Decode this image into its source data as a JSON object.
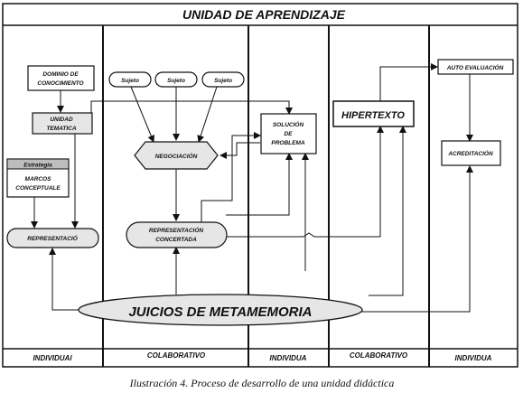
{
  "title": "UNIDAD DE APRENDIZAJE",
  "columns": [
    "INDIVIDUAl",
    "COLABORATIVO",
    "INDIVIDUA",
    "COLABORATIVO",
    "INDIVIDUA"
  ],
  "nodes": {
    "dominio_line1": "DOMINIO DE",
    "dominio_line2": "CONOCIMIENTO",
    "unidad_line1": "UNIDAD",
    "unidad_line2": "TEMATICA",
    "estrategia": "Estrategia",
    "marcos_line1": "MARCOS",
    "marcos_line2": "CONCEPTUALE",
    "representacion": "REPRESENTACIÓ",
    "sujeto_1": "Sujeto",
    "sujeto_2": "Sujeto",
    "sujeto_3": "Sujeto",
    "negociacion": "NEGOCIACIÓN",
    "solucion_line1": "SOLUCIÓN",
    "solucion_line2": "DE",
    "solucion_line3": "PROBLEMA",
    "rep_concertada_line1": "REPRESENTACIÓN",
    "rep_concertada_line2": "CONCERTADA",
    "hipertexto": "HIPERTEXTO",
    "autoevaluacion": "AUTO EVALUACIÓN",
    "acreditacion": "ACREDITACIÓN",
    "juicios": "JUICIOS DE METAMEMORIA"
  },
  "caption": "Ilustración 4. Proceso de desarrollo de una unidad didáctica"
}
